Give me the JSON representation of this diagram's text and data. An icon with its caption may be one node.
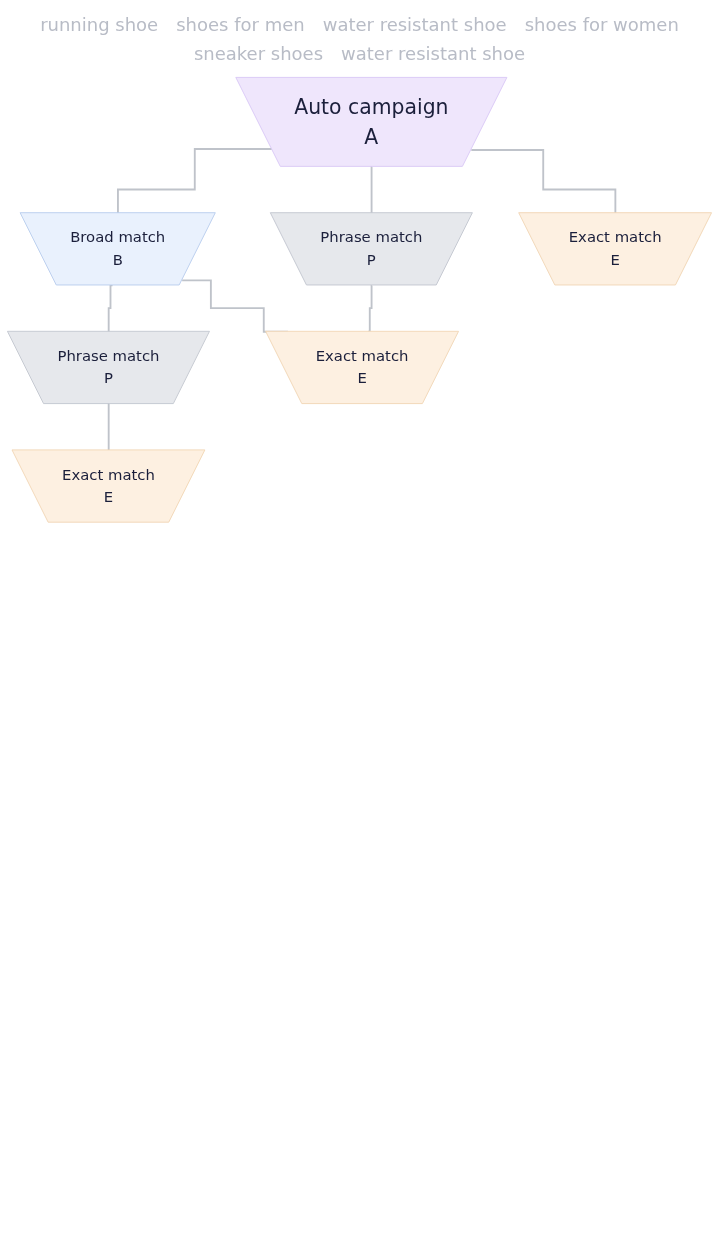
{
  "diagram": {
    "nodes": [
      {
        "text": [
          "Auto campaign",
          "A"
        ]
      },
      {
        "text": [
          "Broad match",
          "B"
        ]
      },
      {
        "text": [
          "Phrase match",
          "P"
        ]
      },
      {
        "text": [
          "Exact match",
          "E"
        ]
      },
      {
        "text": [
          "Phrase match",
          "P"
        ]
      },
      {
        "text": [
          "Exact match",
          "E"
        ]
      },
      {
        "text": [
          "Exact match",
          "E"
        ]
      }
    ],
    "edges": [
      {
        "from": 0,
        "to": 1,
        "arrow": "none"
      },
      {
        "from": 0,
        "to": 2,
        "arrow": "none"
      },
      {
        "from": 0,
        "to": 3,
        "arrow": "none"
      },
      {
        "from": 1,
        "to": 4,
        "arrow": "none"
      },
      {
        "from": 1,
        "to": 5,
        "arrow": "none"
      },
      {
        "from": 2,
        "to": 5,
        "arrow": "none"
      },
      {
        "from": 4,
        "to": 6,
        "arrow": "none"
      }
    ],
    "labels": [
      "running shoe",
      "shoes for men",
      "water resistant shoe",
      "shoes for women",
      "sneaker shoes",
      "water resistant shoe"
    ]
  }
}
